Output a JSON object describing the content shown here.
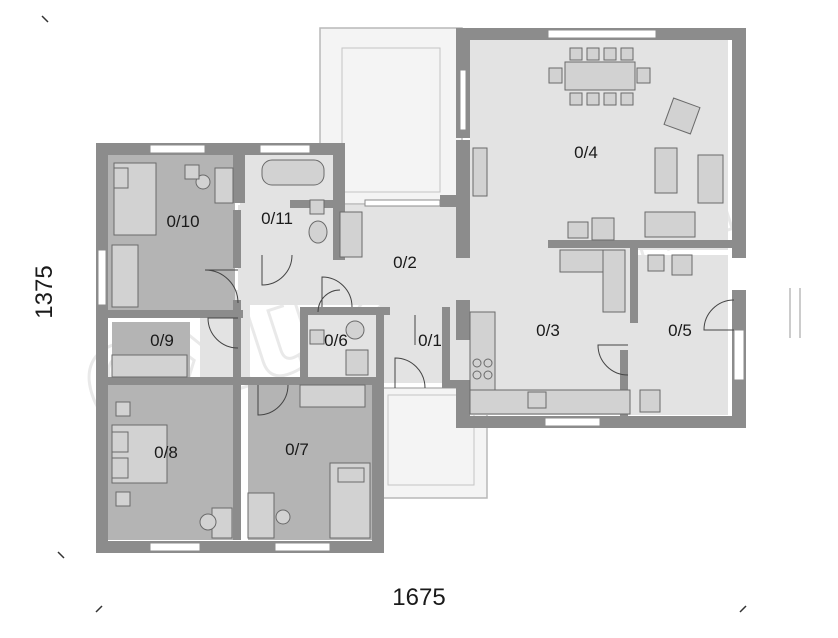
{
  "dimensions": {
    "width_label": "1675",
    "height_label": "1375"
  },
  "rooms": [
    {
      "id": "0/1",
      "label": "0/1"
    },
    {
      "id": "0/2",
      "label": "0/2"
    },
    {
      "id": "0/3",
      "label": "0/3"
    },
    {
      "id": "0/4",
      "label": "0/4"
    },
    {
      "id": "0/5",
      "label": "0/5"
    },
    {
      "id": "0/6",
      "label": "0/6"
    },
    {
      "id": "0/7",
      "label": "0/7"
    },
    {
      "id": "0/8",
      "label": "0/8"
    },
    {
      "id": "0/9",
      "label": "0/9"
    },
    {
      "id": "0/10",
      "label": "0/10"
    },
    {
      "id": "0/11",
      "label": "0/11"
    }
  ],
  "watermark": "extradom",
  "colors": {
    "wall": "#8c8c8c",
    "floor_living": "#e3e3e3",
    "floor_bedroom": "#b4b4b4",
    "terrace": "#f4f4f4",
    "furniture": "#d2d2d2"
  }
}
